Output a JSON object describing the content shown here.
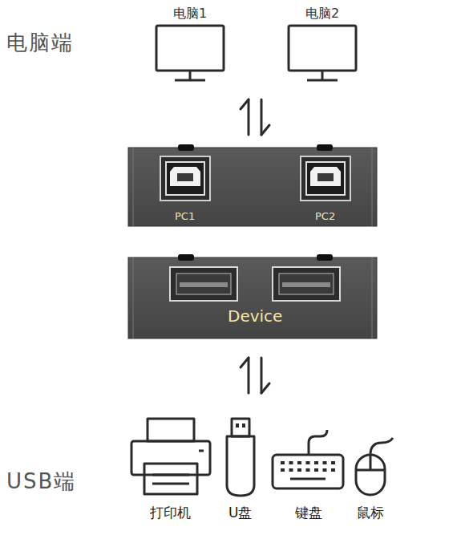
{
  "diagram": {
    "nodes": [
      {
        "text": [
          "电脑1"
        ]
      },
      {
        "text": [
          "电脑2"
        ]
      },
      {
        "text": [
          "PC1",
          "PC2"
        ]
      },
      {
        "text": [
          "Device"
        ]
      },
      {
        "text": [
          "打印机"
        ]
      },
      {
        "text": [
          "U盘"
        ]
      },
      {
        "text": [
          "键盘"
        ]
      },
      {
        "text": [
          "鼠标"
        ]
      }
    ],
    "labels": [
      "电脑端",
      "USB端"
    ]
  }
}
